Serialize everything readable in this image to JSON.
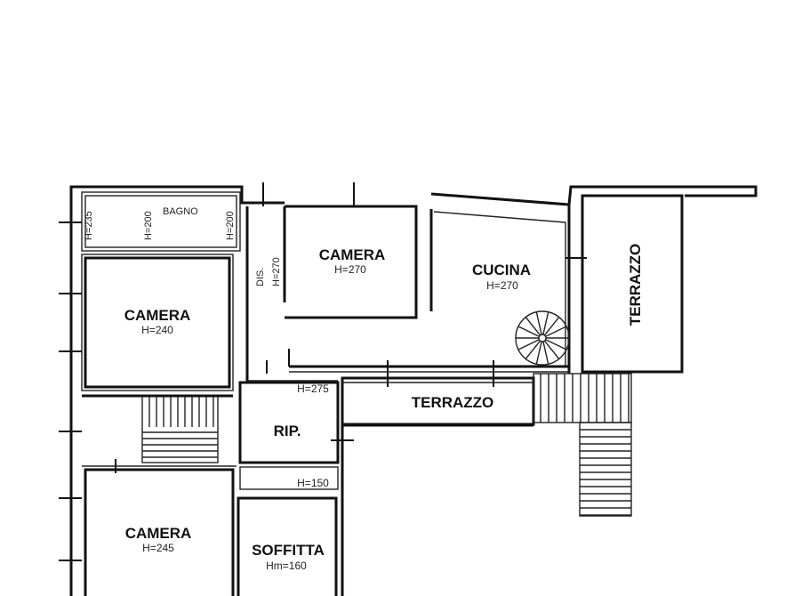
{
  "rooms": {
    "bagno": {
      "name": "BAGNO",
      "h_left": "H=235",
      "h_mid": "H=200",
      "h_right": "H=200"
    },
    "camera_top_left": {
      "name": "CAMERA",
      "height": "H=240"
    },
    "camera_center": {
      "name": "CAMERA",
      "height": "H=270"
    },
    "cucina": {
      "name": "CUCINA",
      "height": "H=270"
    },
    "terrazzo_right": {
      "name": "TERRAZZO"
    },
    "terrazzo_mid": {
      "name": "TERRAZZO"
    },
    "dis": {
      "name": "DIS.",
      "height": "H=270"
    },
    "corridor": {
      "height": "H=275"
    },
    "rip": {
      "name": "RIP."
    },
    "rip_below": {
      "height": "H=150"
    },
    "camera_bottom_left": {
      "name": "CAMERA",
      "height": "H=245"
    },
    "soffitta": {
      "name": "SOFFITTA",
      "height": "Hm=160"
    }
  }
}
